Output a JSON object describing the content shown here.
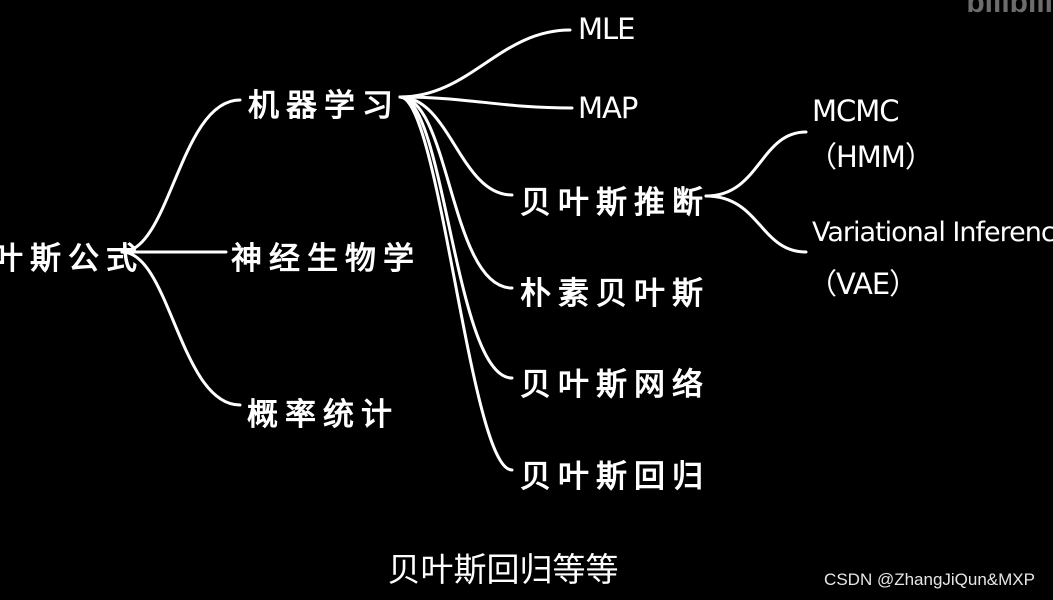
{
  "diagram": {
    "root": "叶斯公式",
    "level1": [
      "机器学习",
      "神经生物学",
      "概率统计"
    ],
    "ml_children": [
      "MLE",
      "MAP",
      "贝叶斯推断",
      "朴素贝叶斯",
      "贝叶斯网络",
      "贝叶斯回归"
    ],
    "inference_children": {
      "mcmc": "MCMC",
      "mcmc_sub": "（HMM）",
      "vi": "Variational Inference",
      "vi_sub": "（VAE）"
    }
  },
  "subtitle": "贝叶斯回归等等",
  "watermark": "CSDN @ZhangJiQun&MXP",
  "logo": "bilibili",
  "colors": {
    "background": "#000000",
    "foreground": "#ffffff"
  }
}
